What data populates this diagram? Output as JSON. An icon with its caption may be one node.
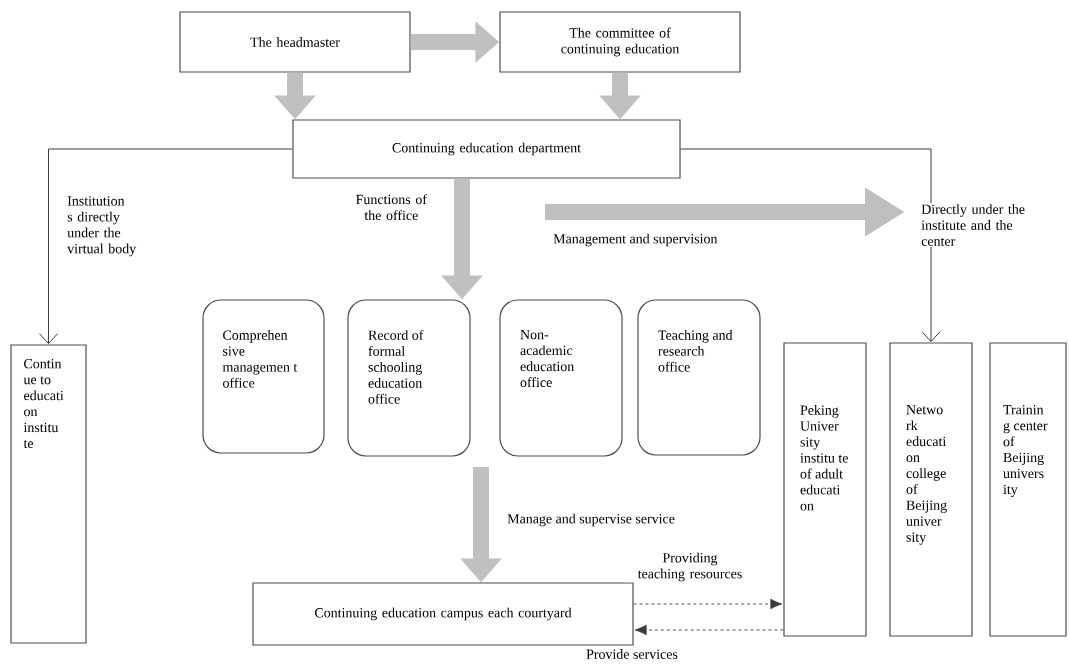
{
  "diagram": {
    "nodes": [
      {
        "text": [
          "The headmaster"
        ]
      },
      {
        "text": [
          "The committee of continuing education"
        ]
      },
      {
        "text": [
          "Continuing education department"
        ]
      },
      {
        "text": [
          "Contin ue to educati on institu te"
        ]
      },
      {
        "text": [
          "Comprehen sive managemen t office"
        ]
      },
      {
        "text": [
          "Record of formal schooling education office"
        ]
      },
      {
        "text": [
          "Non- academic education office"
        ]
      },
      {
        "text": [
          "Teaching and research office"
        ]
      },
      {
        "text": [
          "Peking Univer sity institu te of adult educati on"
        ]
      },
      {
        "text": [
          "Netwo rk educati on college of Beijing univer sity"
        ]
      },
      {
        "text": [
          "Trainin g center of Beijing univers ity"
        ]
      },
      {
        "text": [
          "Continuing education campus each courtyard"
        ]
      }
    ],
    "edges": [
      {
        "from": 0,
        "to": 1,
        "arrow": "to"
      },
      {
        "from": 0,
        "to": 2,
        "arrow": "to"
      },
      {
        "from": 1,
        "to": 2,
        "arrow": "to"
      },
      {
        "from": 2,
        "to": 5,
        "arrow": "to",
        "label": "Functions of the office"
      },
      {
        "from": 2,
        "to": 3,
        "arrow": "to",
        "label": "Institution s directly under the virtual body",
        "color": "#3c3c3c"
      },
      {
        "from": 2,
        "to": 9,
        "arrow": "to",
        "label": "Directly under the institute and the center",
        "color": "#3c3c3c"
      },
      {
        "from": null,
        "to": 11,
        "arrow": "to",
        "label": "Manage and supervise service"
      },
      {
        "from": 11,
        "to": 8,
        "arrow": "to",
        "label": "Providing teaching resources",
        "style": "dashed",
        "color": "#3c3c3c"
      },
      {
        "from": 8,
        "to": 11,
        "arrow": "to",
        "label": "Provide services",
        "style": "dashed",
        "color": "#3c3c3c"
      }
    ],
    "labels": [
      "Management and supervision"
    ]
  }
}
